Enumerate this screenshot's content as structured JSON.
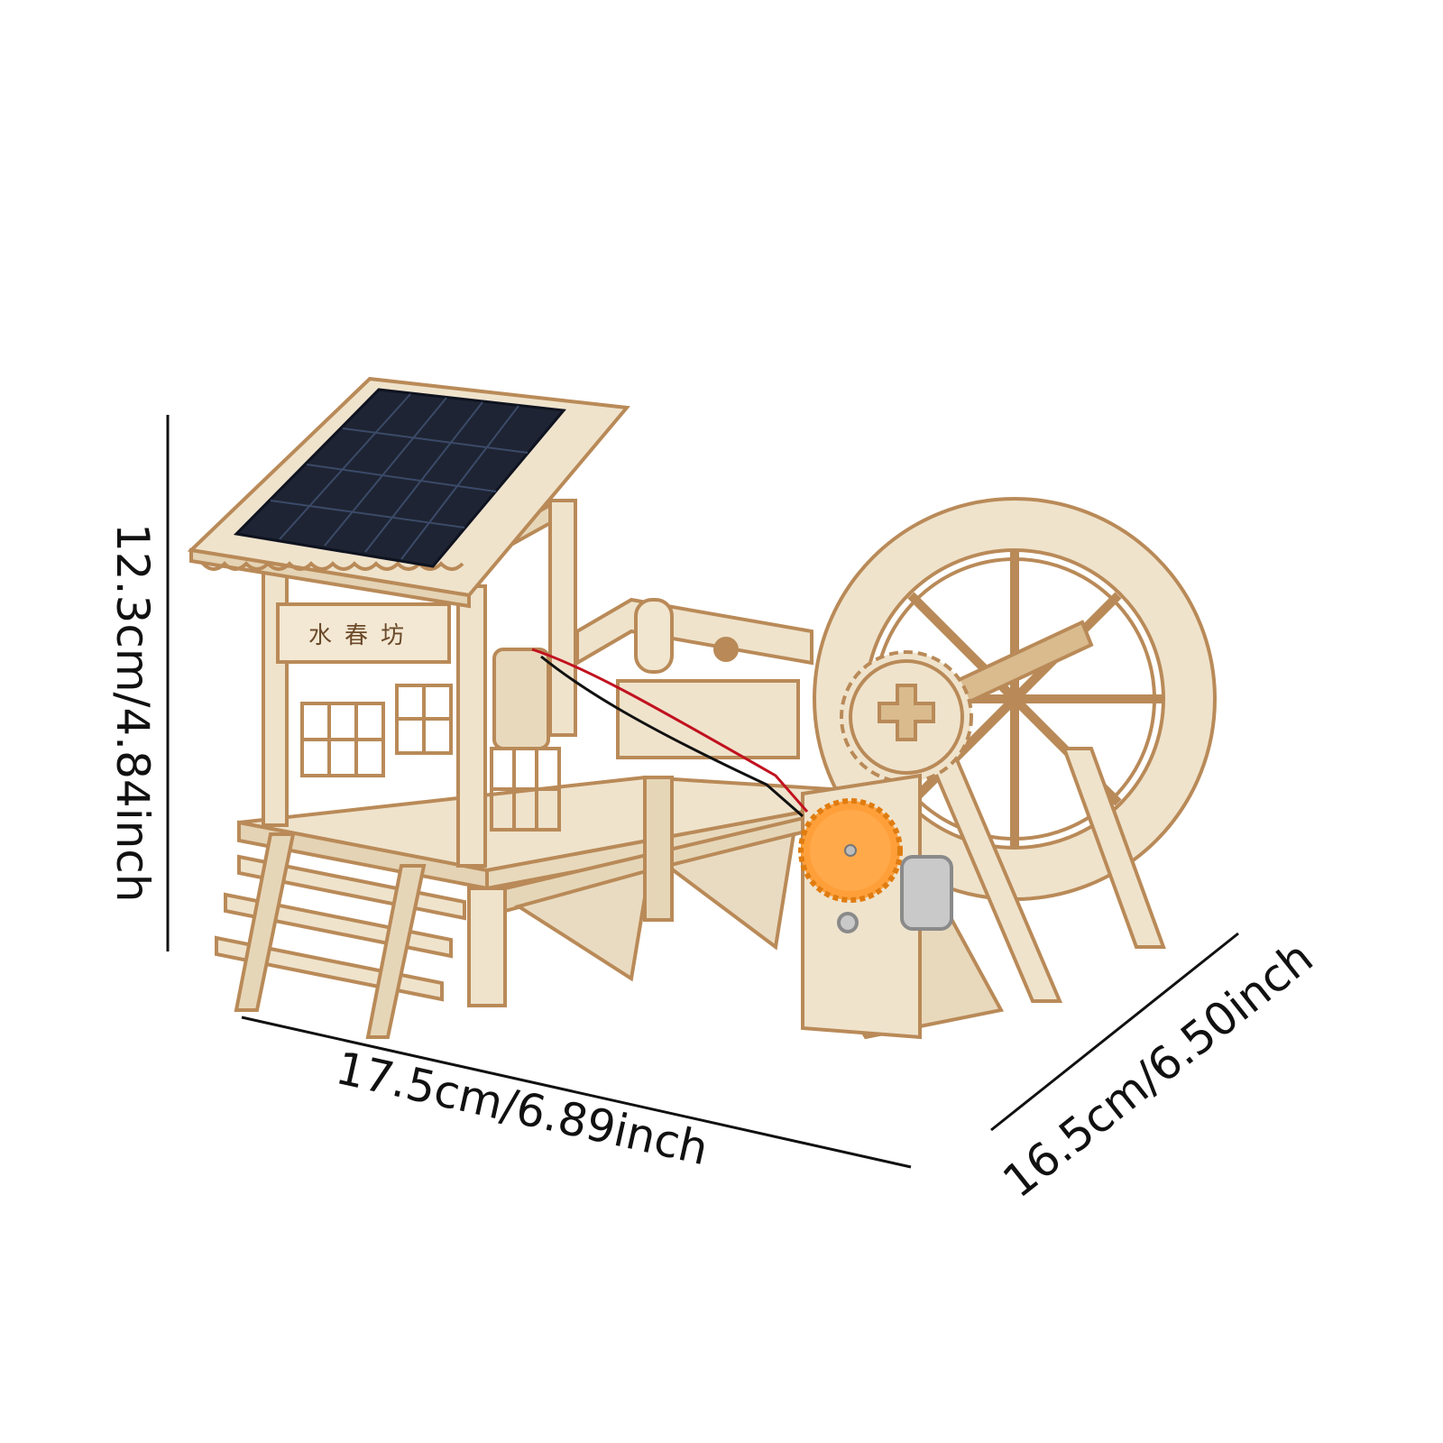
{
  "dimensions": {
    "height": "12.3cm/4.84inch",
    "length": "17.5cm/6.89inch",
    "width": "16.5cm/6.50inch"
  },
  "model": {
    "sign_text": "水春坊"
  },
  "colors": {
    "background": "#ffffff",
    "plywood": "#efe3cc",
    "plywood_edge": "#b98a58",
    "solar_panel": "#1e2433",
    "gear_orange": "#ff9f3a",
    "dimension_line": "#111111"
  }
}
